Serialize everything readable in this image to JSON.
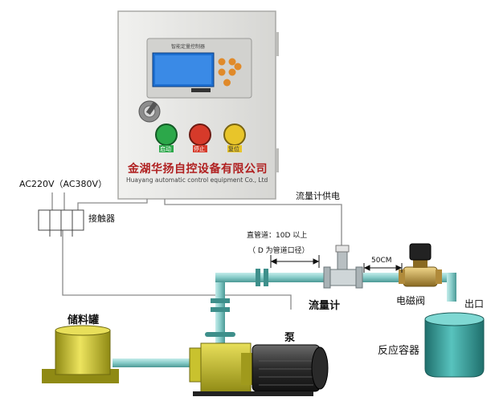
{
  "panel": {
    "screen_header": "智能定量控制器",
    "button_labels": [
      "启动",
      "停止",
      "复位"
    ],
    "company_cn": "金湖华扬自控设备有限公司",
    "company_en": "Huayang automatic control equipment Co., Ltd"
  },
  "labels": {
    "power_supply": "AC220V（AC380V）",
    "contactor": "接触器",
    "flowmeter_power": "流量计供电",
    "straight_pipe_1": "直管道：10D 以上",
    "straight_pipe_2": "（ D 为管道口径）",
    "distance": "50CM",
    "flowmeter": "流量计",
    "solenoid_valve": "电磁阀",
    "outlet": "出口",
    "storage_tank": "储料罐",
    "pump": "泵",
    "reaction_vessel": "反应容器"
  },
  "colors": {
    "cabinet": "#e3e3e1",
    "pipe": "#8fd1cf",
    "tank_yellow": "#c9c22e",
    "vessel": "#3fa8a4",
    "valve_brass": "#c8a04a",
    "company_text": "#b02020",
    "button_green": "#2ca84a",
    "button_red": "#d63a2a",
    "button_yellow": "#e8c52a"
  }
}
